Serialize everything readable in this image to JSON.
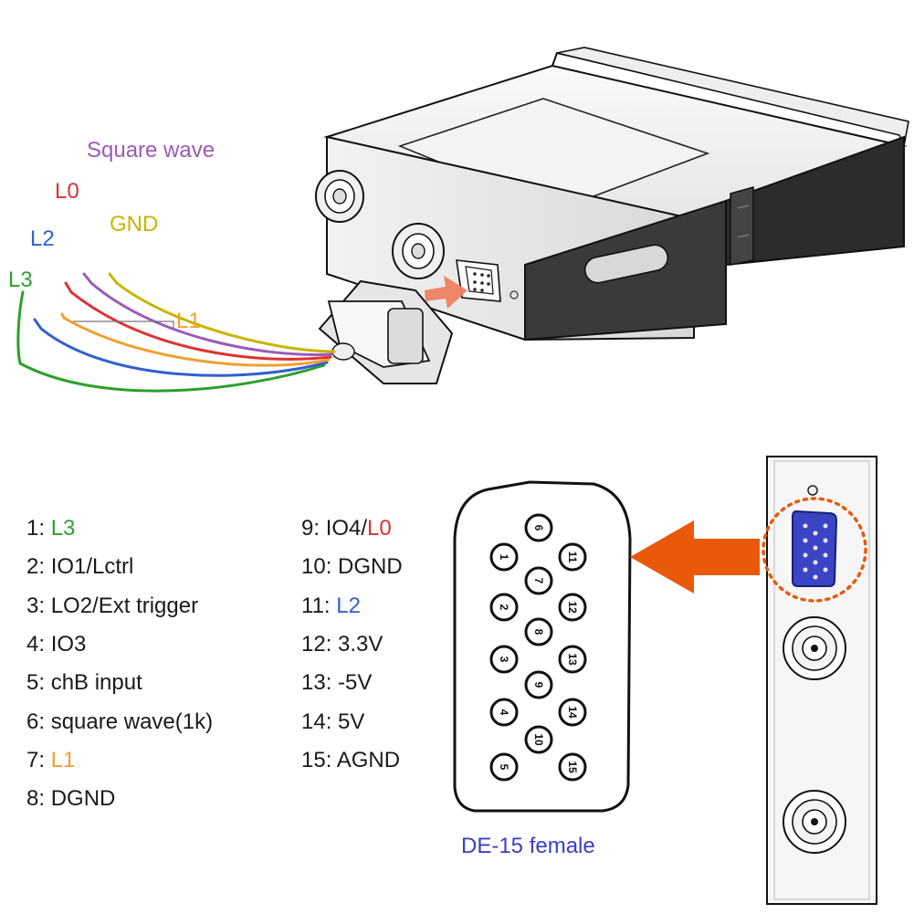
{
  "colors": {
    "square_wave": "#9b59b6",
    "l0": "#e03030",
    "gnd": "#c8b400",
    "l1": "#f0a030",
    "l2": "#3060d0",
    "l3": "#2ca02c",
    "arrow_primary": "#e8590c",
    "arrow_secondary": "#f08060",
    "connector_blue": "#3b44c4",
    "caption": "#3a3fc4",
    "device_body": "#3a3a3a"
  },
  "wires": {
    "square_wave": "Square wave",
    "l0": "L0",
    "gnd": "GND",
    "l2": "L2",
    "l3": "L3",
    "l1": "L1"
  },
  "pinout_left": [
    {
      "num": "1:",
      "label": "L3",
      "color": "#2ca02c"
    },
    {
      "num": "2:",
      "label": "IO1/Lctrl",
      "color": ""
    },
    {
      "num": "3:",
      "label": "LO2/Ext trigger",
      "color": ""
    },
    {
      "num": "4:",
      "label": "IO3",
      "color": ""
    },
    {
      "num": "5:",
      "label": "chB input",
      "color": ""
    },
    {
      "num": "6:",
      "label": "square wave(1k)",
      "color": ""
    },
    {
      "num": "7:",
      "label": "L1",
      "color": "#f0a030"
    },
    {
      "num": "8:",
      "label": "DGND",
      "color": ""
    }
  ],
  "pinout_right": [
    {
      "num": "9:",
      "prefix": "IO4/",
      "label": "L0",
      "color": "#e03030"
    },
    {
      "num": "10:",
      "prefix": "",
      "label": "DGND",
      "color": ""
    },
    {
      "num": "11:",
      "prefix": "",
      "label": "L2",
      "color": "#3060d0"
    },
    {
      "num": "12:",
      "prefix": "",
      "label": "3.3V",
      "color": ""
    },
    {
      "num": "13:",
      "prefix": "",
      "label": "-5V",
      "color": ""
    },
    {
      "num": "14:",
      "prefix": "",
      "label": "5V",
      "color": ""
    },
    {
      "num": "15:",
      "prefix": "",
      "label": "AGND",
      "color": ""
    }
  ],
  "connector": {
    "caption": "DE-15 female",
    "pins_left": [
      "1",
      "2",
      "3",
      "4",
      "5"
    ],
    "pins_middle": [
      "6",
      "7",
      "8",
      "9",
      "10"
    ],
    "pins_right": [
      "11",
      "12",
      "13",
      "14",
      "15"
    ]
  }
}
